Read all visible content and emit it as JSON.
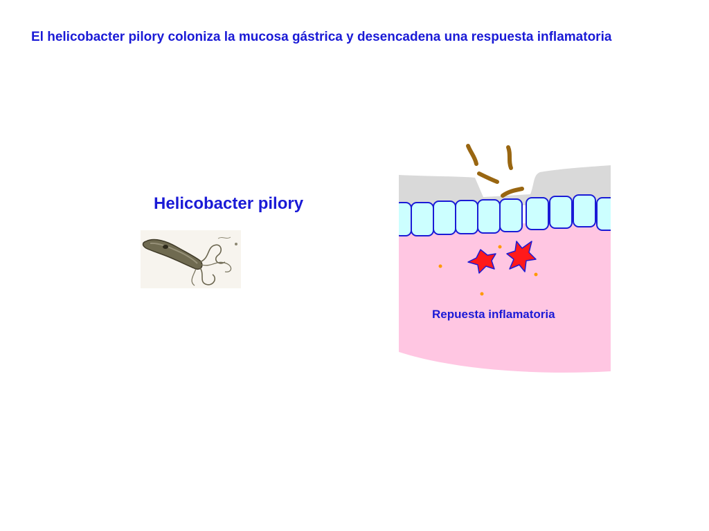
{
  "slide": {
    "title": "El helicobacter pilory coloniza la mucosa gástrica y desencadena una respuesta inflamatoria"
  },
  "bacterium": {
    "label": "Helicobacter pilory",
    "image": "helicobacter-micrograph-icon"
  },
  "diagram": {
    "response_label": "Repuesta inflamatoria",
    "colors": {
      "text": "#1a1ad6",
      "mucus_layer": "#d9d9d9",
      "epithelial_cells": "#ccffff",
      "cell_outline": "#1a1ad6",
      "lamina_propria": "#ffc6e2",
      "bacteria": "#996611",
      "inflammatory_cells": "#ff1a1a",
      "cytokine_dots": "#ff9900"
    }
  }
}
